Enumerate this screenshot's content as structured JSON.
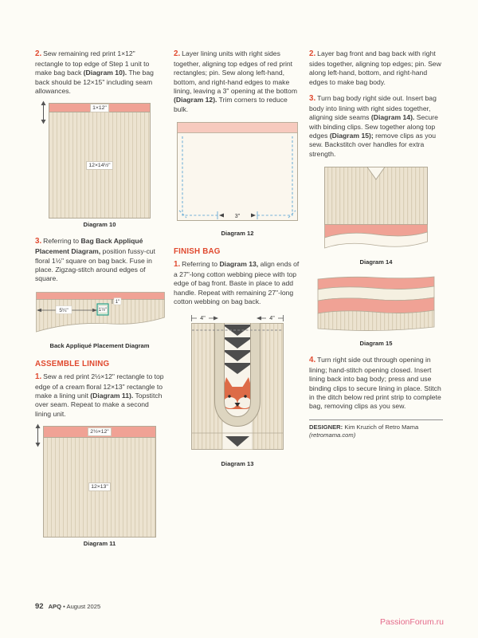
{
  "colors": {
    "accent_red": "#e0492f",
    "salmon_print": "#f0a295",
    "pink_light": "#f7cabe",
    "cream_fabric": "#ece3d0",
    "blue_stitch": "#74b2d8",
    "green_square": "#2fa08c",
    "fox_orange": "#dd6b47",
    "watermark_pink": "#e25a7e"
  },
  "left": {
    "step2": {
      "num": "2.",
      "segments": [
        {
          "t": "Sew remaining red print 1×12\" rectangle to top edge of Step 1 unit to make bag back "
        },
        {
          "t": "(Diagram 10).",
          "b": true
        },
        {
          "t": " The bag back should be 12×15\" including seam allowances."
        }
      ]
    },
    "diagram10": {
      "strip_label": "1×12\"",
      "body_label": "12×14½\"",
      "caption": "Diagram 10"
    },
    "step3": {
      "num": "3.",
      "segments": [
        {
          "t": "Referring to "
        },
        {
          "t": "Bag Back Appliqué Placement Diagram,",
          "b": true
        },
        {
          "t": " position fussy-cut floral 1½\" square on bag back. Fuse in place. Zigzag-stitch around edges of square."
        }
      ]
    },
    "applique": {
      "dim_width": "5¼\"",
      "dim_square": "1½\"",
      "dim_top": "1\"",
      "caption": "Back Appliqué Placement Diagram"
    },
    "assemble_heading": "ASSEMBLE LINING",
    "step1": {
      "num": "1.",
      "segments": [
        {
          "t": "Sew a red print 2½×12\" rectangle to top edge of a cream floral 12×13\" rectangle to make a lining unit "
        },
        {
          "t": "(Diagram 11).",
          "b": true
        },
        {
          "t": " Topstitch over seam. Repeat to make a second lining unit."
        }
      ]
    },
    "diagram11": {
      "strip_label": "2½×12\"",
      "body_label": "12×13\"",
      "caption": "Diagram 11"
    }
  },
  "middle": {
    "step2": {
      "num": "2.",
      "segments": [
        {
          "t": "Layer lining units with right sides together, aligning top edges of red print rectangles; pin. Sew along left-hand, bottom, and right-hand edges to make lining, leaving a 3\" opening at the bottom "
        },
        {
          "t": "(Diagram 12).",
          "b": true
        },
        {
          "t": " Trim corners to reduce bulk."
        }
      ]
    },
    "diagram12": {
      "gap_label": "3\"",
      "caption": "Diagram 12"
    },
    "finish_heading": "FINISH BAG",
    "step1": {
      "num": "1.",
      "segments": [
        {
          "t": "Referring to "
        },
        {
          "t": "Diagram 13,",
          "b": true
        },
        {
          "t": " align ends of a 27\"-long cotton webbing piece with top edge of bag front. Baste in place to add handle. Repeat with remaining 27\"-long cotton webbing on bag back."
        }
      ]
    },
    "diagram13": {
      "dim_left": "4\"",
      "dim_right": "4\"",
      "caption": "Diagram 13"
    }
  },
  "right": {
    "step2": {
      "num": "2.",
      "segments": [
        {
          "t": "Layer bag front and bag back with right sides together, aligning top edges; pin. Sew along left-hand, bottom, and right-hand edges to make bag body."
        }
      ]
    },
    "step3": {
      "num": "3.",
      "segments": [
        {
          "t": "Turn bag body right side out. Insert bag body into lining with right sides together, aligning side seams "
        },
        {
          "t": "(Diagram 14).",
          "b": true
        },
        {
          "t": " Secure with binding clips. Sew together along top edges "
        },
        {
          "t": "(Diagram 15);",
          "b": true
        },
        {
          "t": " remove clips as you sew. Backstitch over handles for extra strength."
        }
      ]
    },
    "diagram14": {
      "caption": "Diagram 14"
    },
    "diagram15": {
      "caption": "Diagram 15"
    },
    "step4": {
      "num": "4.",
      "segments": [
        {
          "t": "Turn right side out through opening in lining; hand-stitch opening closed. Insert lining back into bag body; press and use binding clips to secure lining in place. Stitch in the ditch below red print strip to complete bag, removing clips as you sew."
        }
      ]
    },
    "designer": {
      "label": "DESIGNER:",
      "name": "Kim Kruzich of Retro Mama",
      "site": "(retromama.com)"
    }
  },
  "footer": {
    "page_number": "92",
    "magazine": "APQ",
    "issue": "• August 2025"
  },
  "watermark": "PassionForum.ru"
}
